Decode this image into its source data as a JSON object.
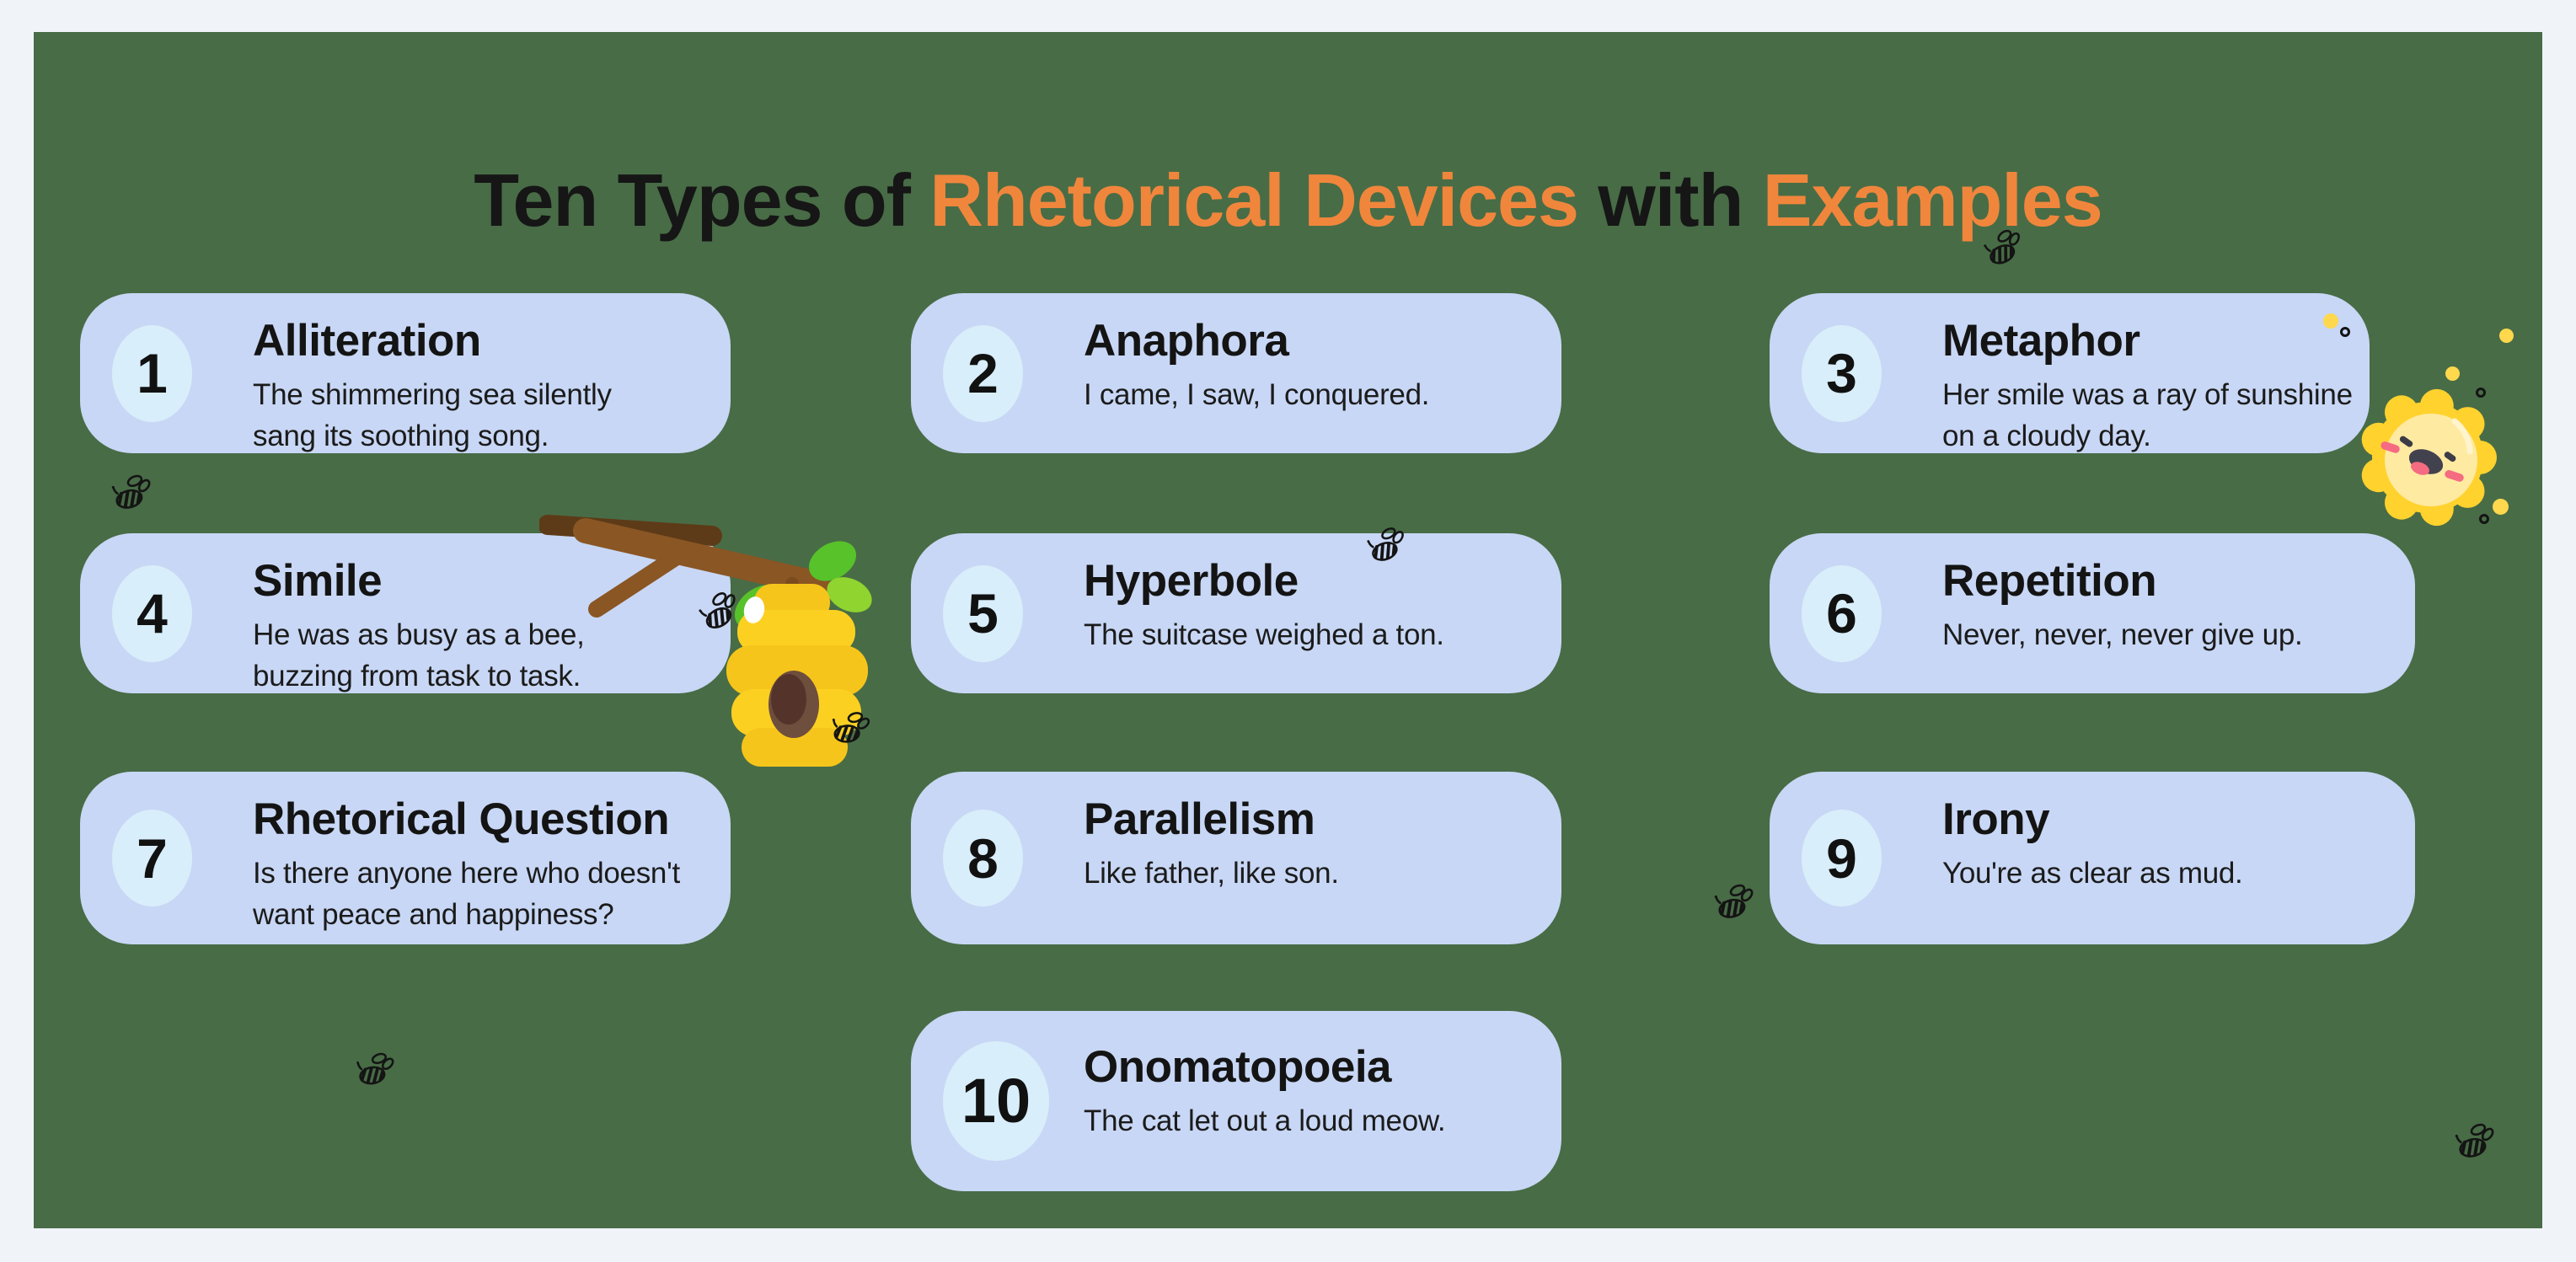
{
  "title": {
    "parts": [
      {
        "text": "Ten Types of ",
        "color": "#161616"
      },
      {
        "text": "Rhetorical Devices",
        "color": "#f0863c"
      },
      {
        "text": " with ",
        "color": "#161616"
      },
      {
        "text": "Examples",
        "color": "#f0863c"
      }
    ]
  },
  "colors": {
    "outer_background": "#f0f4f8",
    "panel_background": "#486c46",
    "card_background": "#c8d7f5",
    "number_badge_background": "#d8eefa",
    "title_dark": "#161616",
    "title_accent_orange": "#f0863c",
    "body_text": "#1b1b1b"
  },
  "cards": [
    {
      "number": "1",
      "name": "Alliteration",
      "example": "The shimmering sea silently\nsang its soothing song."
    },
    {
      "number": "2",
      "name": "Anaphora",
      "example": "I came, I saw, I conquered."
    },
    {
      "number": "3",
      "name": "Metaphor",
      "example": "Her smile was a ray of sunshine\non a cloudy day."
    },
    {
      "number": "4",
      "name": "Simile",
      "example": "He was as busy as a bee,\nbuzzing from task to task."
    },
    {
      "number": "5",
      "name": "Hyperbole",
      "example": "The suitcase weighed a ton."
    },
    {
      "number": "6",
      "name": "Repetition",
      "example": "Never, never, never give up."
    },
    {
      "number": "7",
      "name": "Rhetorical Question",
      "example": "Is there anyone here who doesn't\nwant peace and happiness?"
    },
    {
      "number": "8",
      "name": "Parallelism",
      "example": "Like father, like son."
    },
    {
      "number": "9",
      "name": "Irony",
      "example": "You're as clear as mud."
    },
    {
      "number": "10",
      "name": "Onomatopoeia",
      "example": "The cat let out a loud meow."
    }
  ],
  "decorations": {
    "beehive_icon": "beehive-on-branch",
    "sun_icon": "smiling-sun",
    "bee_icon": "bee-doodle",
    "dot_icon": "yellow-dot",
    "ring_icon": "circle-outline",
    "dot_color": "#ffd84d"
  }
}
